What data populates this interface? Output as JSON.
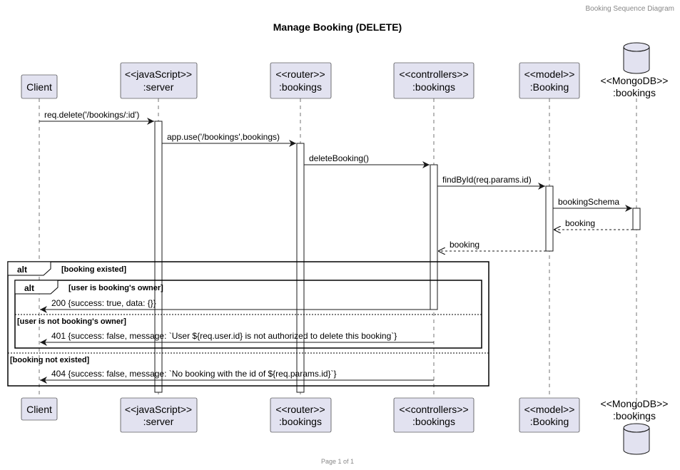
{
  "header_right": "Booking Sequence Diagram",
  "title": "Manage Booking (DELETE)",
  "footer": "Page 1 of 1",
  "participants": [
    {
      "id": "client",
      "line1": "Client",
      "line2": ""
    },
    {
      "id": "server",
      "line1": "<<javaScript>>",
      "line2": ":server"
    },
    {
      "id": "router",
      "line1": "<<router>>",
      "line2": ":bookings"
    },
    {
      "id": "controller",
      "line1": "<<controllers>>",
      "line2": ":bookings"
    },
    {
      "id": "model",
      "line1": "<<model>>",
      "line2": ":Booking"
    },
    {
      "id": "db",
      "line1": "<<MongoDB>>",
      "line2": ":bookings"
    }
  ],
  "messages": [
    {
      "text": "req.delete('/bookings/:id')"
    },
    {
      "text": "app.use('/bookings',bookings)"
    },
    {
      "text": "deleteBooking()"
    },
    {
      "text": "findById(req.params.id)"
    },
    {
      "text": "bookingSchema"
    },
    {
      "text": "booking"
    },
    {
      "text": "booking"
    },
    {
      "text": "200 {success: true, data: {}}"
    },
    {
      "text": "401 {success: false, message: `User ${req.user.id} is not authorized to delete this booking`}"
    },
    {
      "text": "404 {success: false, message: `No booking with the id of ${req.params.id}`}"
    }
  ],
  "fragments": {
    "outer_label": "alt",
    "outer_guard": "[booking existed]",
    "outer_else_guard": "[booking not existed]",
    "inner_label": "alt",
    "inner_guard": "[user is booking's owner]",
    "inner_else_guard": "[user is not booking's owner]"
  },
  "colors": {
    "participant_fill": "#e2e2f0",
    "participant_border": "#181818",
    "lifeline": "#181818",
    "header_text": "#888888"
  }
}
